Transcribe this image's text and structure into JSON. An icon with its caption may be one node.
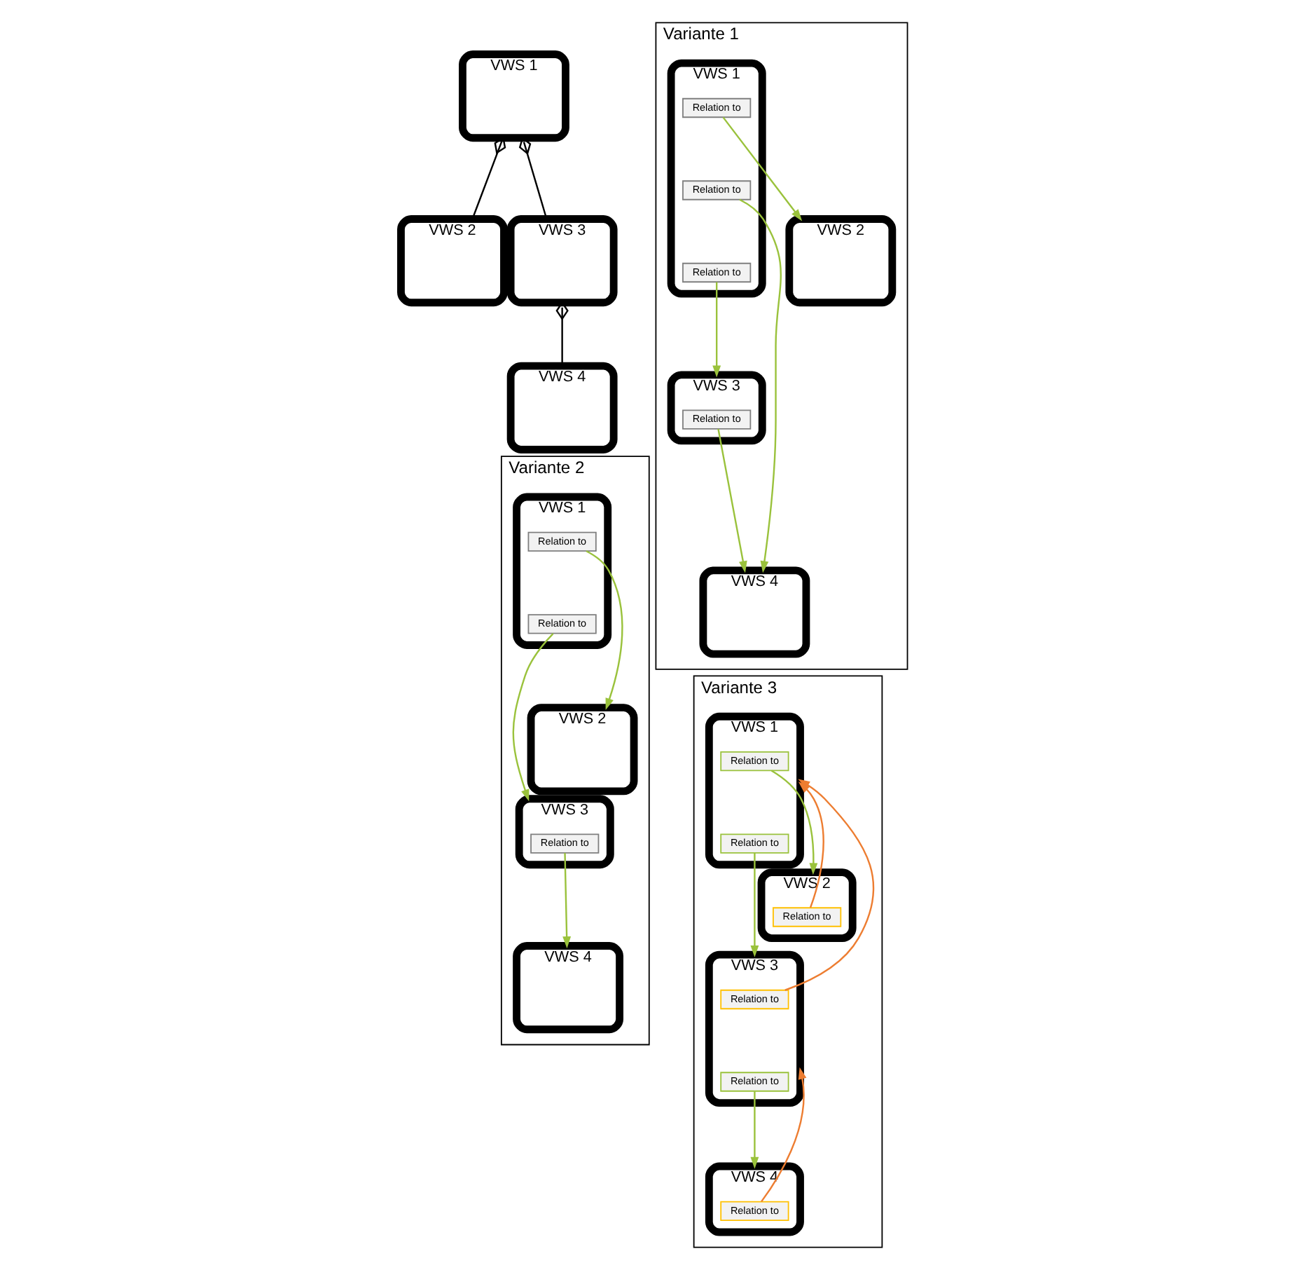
{
  "diagram": {
    "nodes": [
      {
        "text": [
          "VWS 1"
        ]
      },
      {
        "text": [
          "VWS 2"
        ]
      },
      {
        "text": [
          "VWS 3"
        ]
      },
      {
        "text": [
          "VWS 4"
        ]
      },
      {
        "text": [
          "Variante 1"
        ]
      },
      {
        "text": [
          "VWS 1"
        ],
        "in": 4
      },
      {
        "text": [
          "Relation to"
        ],
        "in": 5
      },
      {
        "text": [
          "Relation to"
        ],
        "in": 5
      },
      {
        "text": [
          "Relation to"
        ],
        "in": 5
      },
      {
        "text": [
          "VWS 2"
        ],
        "in": 4
      },
      {
        "text": [
          "VWS 3"
        ],
        "in": 4
      },
      {
        "text": [
          "Relation to"
        ],
        "in": 10
      },
      {
        "text": [
          "VWS 4"
        ],
        "in": 4
      },
      {
        "text": [
          "Variante 2"
        ]
      },
      {
        "text": [
          "VWS 1"
        ],
        "in": 13
      },
      {
        "text": [
          "Relation to"
        ],
        "in": 14
      },
      {
        "text": [
          "Relation to"
        ],
        "in": 14
      },
      {
        "text": [
          "VWS 2"
        ],
        "in": 13
      },
      {
        "text": [
          "VWS 3"
        ],
        "in": 13
      },
      {
        "text": [
          "Relation to"
        ],
        "in": 18
      },
      {
        "text": [
          "VWS 4"
        ],
        "in": 13
      },
      {
        "text": [
          "Variante 3"
        ]
      },
      {
        "text": [
          "VWS 1"
        ],
        "in": 21
      },
      {
        "text": [
          "Relation to"
        ],
        "in": 22
      },
      {
        "text": [
          "Relation to"
        ],
        "in": 22
      },
      {
        "text": [
          "VWS 2"
        ],
        "in": 21
      },
      {
        "text": [
          "Relation to"
        ],
        "in": 25
      },
      {
        "text": [
          "VWS 3"
        ],
        "in": 21
      },
      {
        "text": [
          "Relation to"
        ],
        "in": 27
      },
      {
        "text": [
          "Relation to"
        ],
        "in": 27
      },
      {
        "text": [
          "VWS 4"
        ],
        "in": 21
      },
      {
        "text": [
          "Relation to"
        ],
        "in": 30
      }
    ],
    "edges": [
      {
        "from": 0,
        "to": 1,
        "arrow": "other",
        "color": "#000000"
      },
      {
        "from": 0,
        "to": 2,
        "arrow": "other",
        "color": "#000000"
      },
      {
        "from": 2,
        "to": 3,
        "arrow": "other",
        "color": "#000000"
      },
      {
        "from": 6,
        "to": 9,
        "arrow": "to"
      },
      {
        "from": 7,
        "to": 12,
        "arrow": "to"
      },
      {
        "from": 8,
        "to": 10,
        "arrow": "to"
      },
      {
        "from": 11,
        "to": 12,
        "arrow": "to"
      },
      {
        "from": 15,
        "to": 17,
        "arrow": "to"
      },
      {
        "from": 16,
        "to": 18,
        "arrow": "to"
      },
      {
        "from": 19,
        "to": 20,
        "arrow": "to"
      },
      {
        "from": 23,
        "to": 25,
        "arrow": "to"
      },
      {
        "from": 24,
        "to": 27,
        "arrow": "to"
      },
      {
        "from": 29,
        "to": 30,
        "arrow": "to"
      },
      {
        "from": 26,
        "to": 22,
        "arrow": "to",
        "color": "#ed7d31"
      },
      {
        "from": 28,
        "to": 22,
        "arrow": "to",
        "color": "#ed7d31"
      },
      {
        "from": 31,
        "to": 27,
        "arrow": "to",
        "color": "#ed7d31"
      }
    ]
  }
}
